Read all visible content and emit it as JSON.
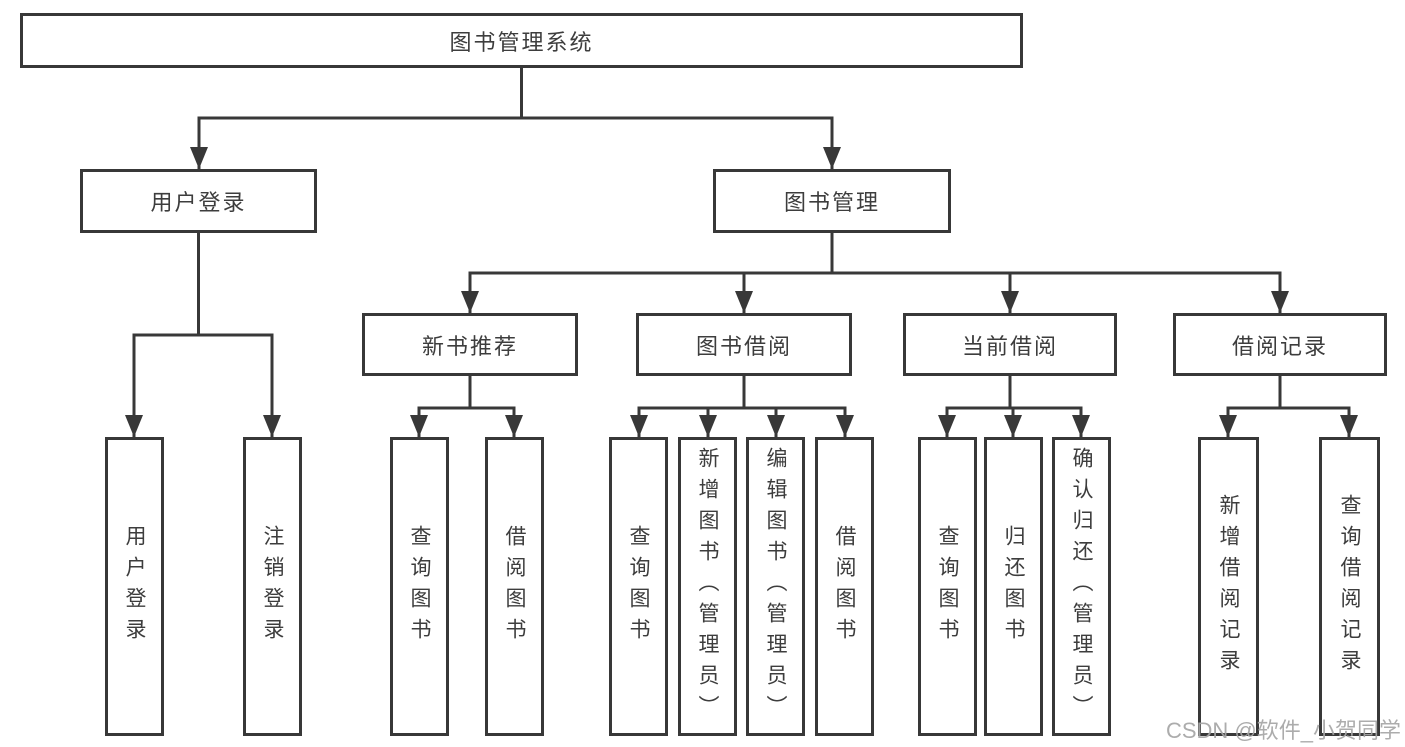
{
  "diagram": {
    "root": "图书管理系统",
    "level2": [
      {
        "label": "用户登录"
      },
      {
        "label": "图书管理"
      }
    ],
    "level3": [
      {
        "label": "新书推荐"
      },
      {
        "label": "图书借阅"
      },
      {
        "label": "当前借阅"
      },
      {
        "label": "借阅记录"
      }
    ],
    "leaves": {
      "user_login": [
        "用户登录",
        "注销登录"
      ],
      "new_book_recommend": [
        "查询图书",
        "借阅图书"
      ],
      "book_borrow": [
        "查询图书",
        "新增图书（管理员）",
        "编辑图书（管理员）",
        "借阅图书"
      ],
      "current_borrow": [
        "查询图书",
        "归还图书",
        "确认归还（管理员）"
      ],
      "borrow_records": [
        "新增借阅记录",
        "查询借阅记录"
      ]
    }
  },
  "watermark": "CSDN @软件_小贺同学",
  "colors": {
    "line": "#383838",
    "text": "#3d3d3d",
    "watermark": "#a6a6a6",
    "background": "#ffffff"
  }
}
